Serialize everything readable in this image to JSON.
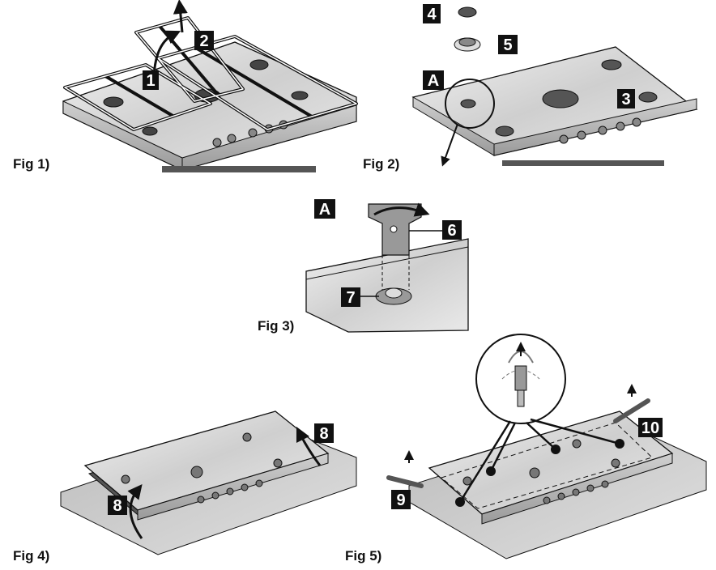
{
  "figures": [
    {
      "id": "fig1",
      "label": "Fig 1)",
      "callouts": [
        "1",
        "2"
      ]
    },
    {
      "id": "fig2",
      "label": "Fig 2)",
      "callouts": [
        "4",
        "5",
        "A",
        "3"
      ]
    },
    {
      "id": "fig3",
      "label": "Fig 3)",
      "callouts": [
        "A",
        "6",
        "7"
      ]
    },
    {
      "id": "fig4",
      "label": "Fig 4)",
      "callouts": [
        "8",
        "8"
      ]
    },
    {
      "id": "fig5",
      "label": "Fig 5)",
      "callouts": [
        "9",
        "10"
      ]
    }
  ],
  "colors": {
    "ink": "#111111",
    "panel": "#d9d9d9",
    "steel": "#bdbdbd",
    "shadow": "#7a7a7a",
    "badge": "#111111",
    "badge_text": "#ffffff"
  }
}
